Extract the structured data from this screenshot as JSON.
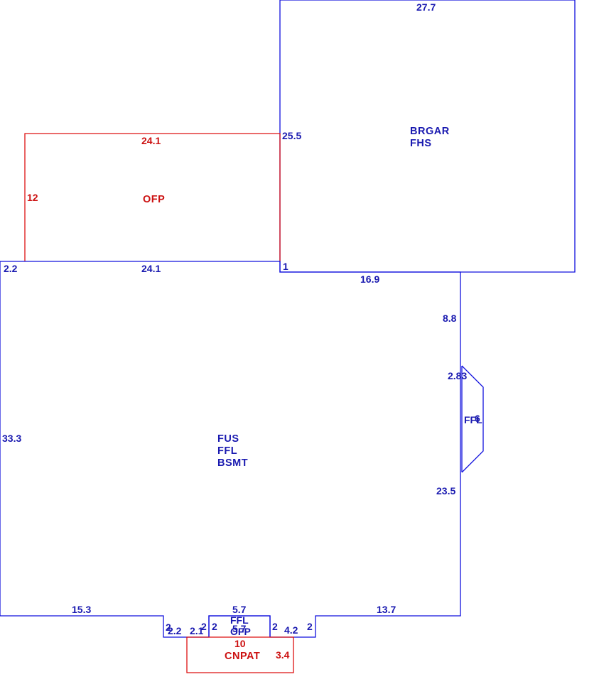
{
  "colors": {
    "blue": "#1010dd",
    "red": "#dd1111",
    "blue_text": "#1a1ab0",
    "red_text": "#cc1111"
  },
  "areas": {
    "garage": {
      "line1": "BRGAR",
      "line2": "FHS"
    },
    "porch": {
      "label": "OFP"
    },
    "main": {
      "line1": "FUS",
      "line2": "FFL",
      "line3": "BSMT"
    },
    "bay": {
      "label": "FFL"
    },
    "entry": {
      "line1": "FFL",
      "line2": "OFP"
    },
    "patio": {
      "label": "CNPAT"
    }
  },
  "dimensions": {
    "garage_top": "27.7",
    "garage_left": "25.5",
    "garage_bottom": "16.9",
    "garage_corner": "1",
    "porch_top": "24.1",
    "porch_side": "12",
    "main_top": "24.1",
    "main_top_left": "2.2",
    "main_left": "33.3",
    "right_upper": "8.8",
    "bay_diag": "2.83",
    "bay_inner": "6",
    "right_lower": "23.5",
    "bottom_left": "15.3",
    "bottom_right": "13.7",
    "step_left_v": "2",
    "step_left_h": "2.2",
    "step_left_h2": "2.1",
    "step_mid_v1": "2",
    "entry_left_v": "2",
    "entry_top": "5.7",
    "entry_bottom": "5.7",
    "entry_right_v": "2",
    "step_right_h": "4.2",
    "step_right_v": "2",
    "patio_top": "10",
    "patio_side": "3.4"
  }
}
